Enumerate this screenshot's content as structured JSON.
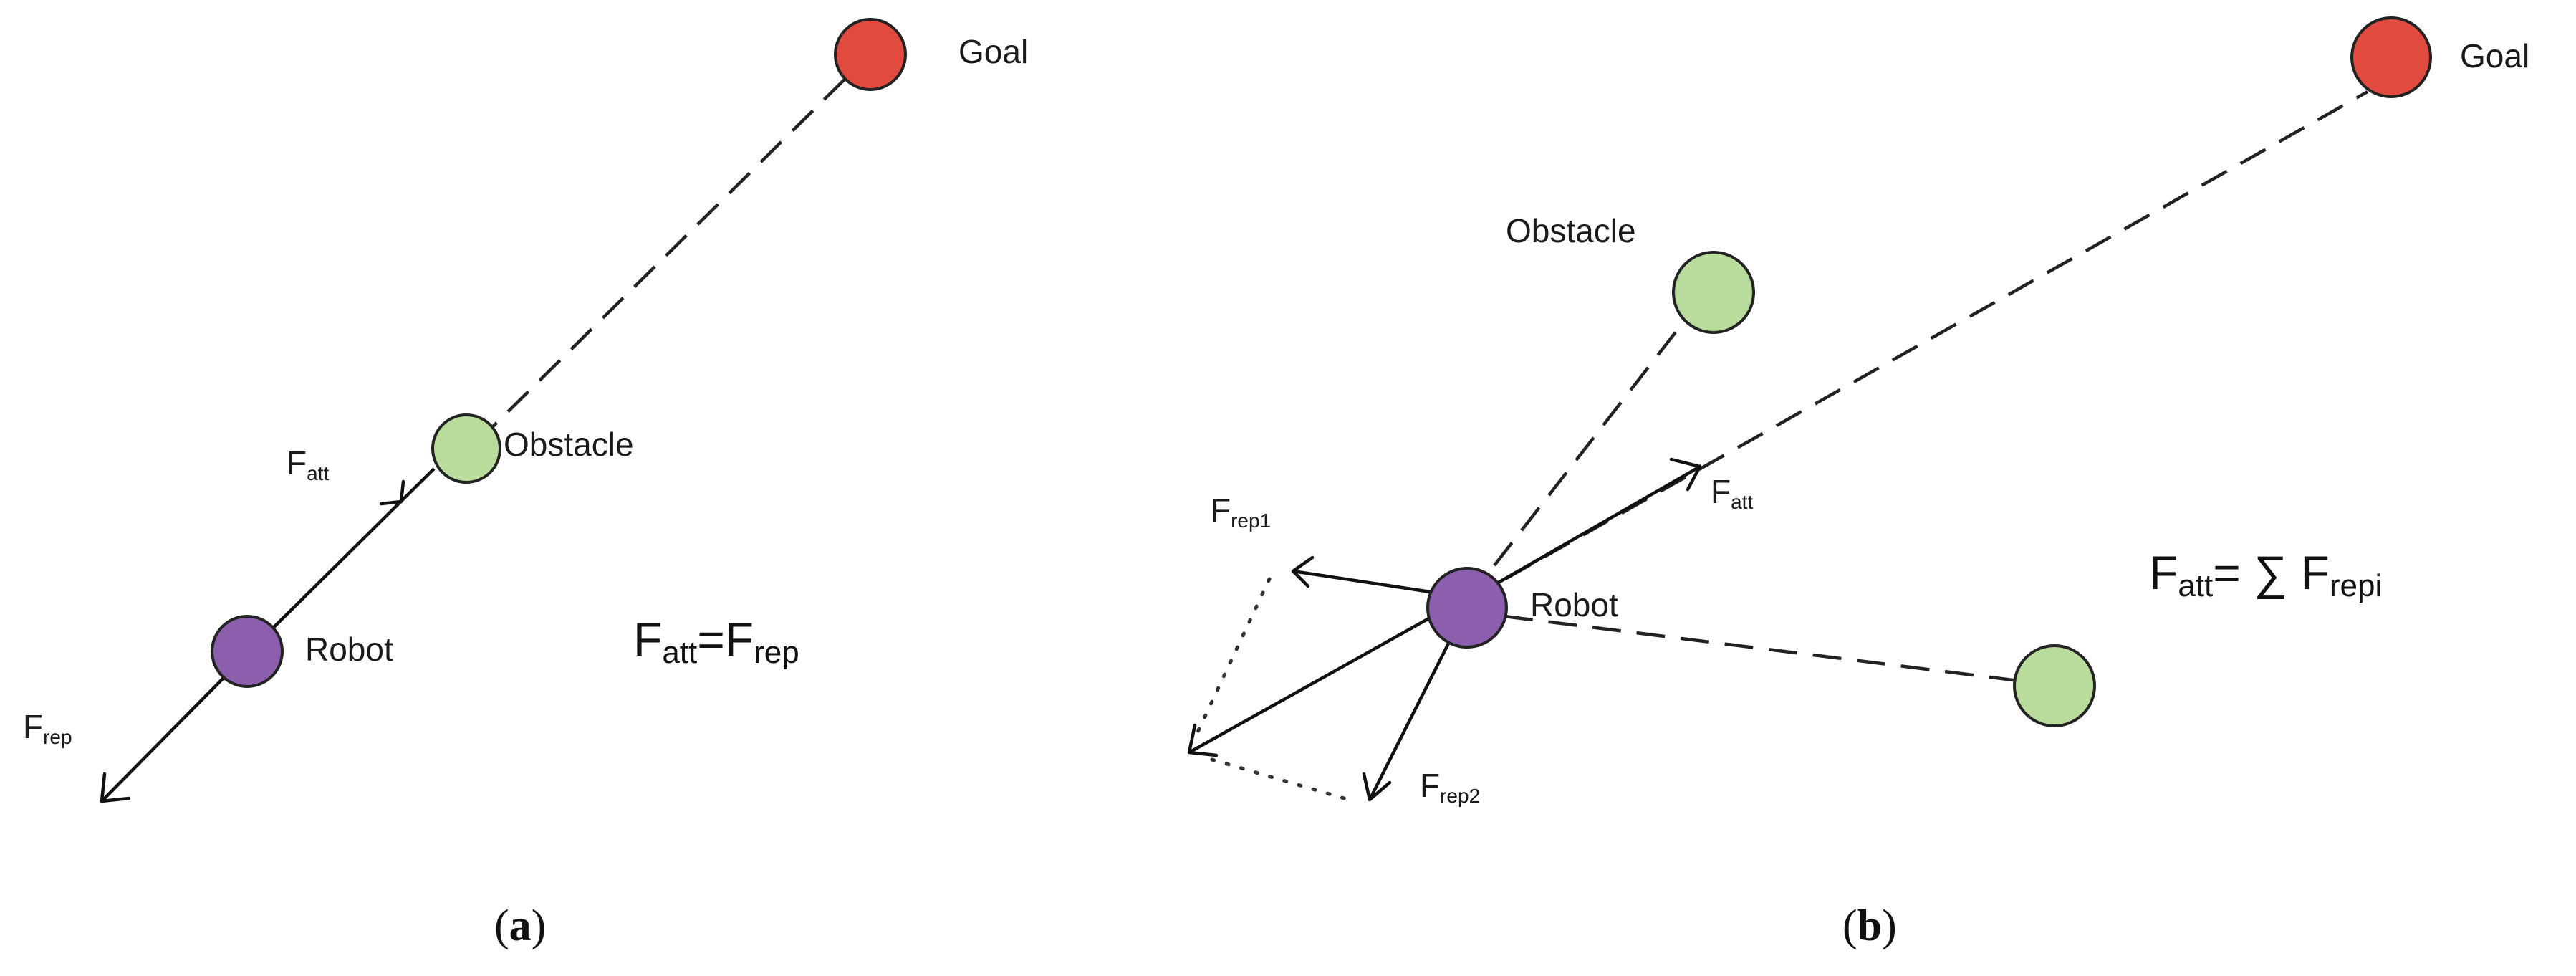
{
  "colors": {
    "goal": "#e04a3f",
    "obstacle": "#b9dc9c",
    "robot": "#8b5fae",
    "line": "#111111"
  },
  "icons": {
    "robot": "purple-circle-icon",
    "obstacle": "green-circle-icon",
    "goal": "red-circle-icon"
  },
  "panel_a": {
    "goal_label": "Goal",
    "obstacle_label": "Obstacle",
    "robot_label": "Robot",
    "f_att_main": "F",
    "f_att_sub": "att",
    "f_rep_main": "F",
    "f_rep_sub": "rep",
    "equation": {
      "lhs_main": "F",
      "lhs_sub": "att",
      "op": "=",
      "rhs_main": "F",
      "rhs_sub": "rep"
    },
    "caption": {
      "open": "(",
      "letter": "a",
      "close": ")"
    }
  },
  "panel_b": {
    "goal_label": "Goal",
    "obstacle_label": "Obstacle",
    "robot_label": "Robot",
    "f_att_main": "F",
    "f_att_sub": "att",
    "f_rep1_main": "F",
    "f_rep1_sub": "rep1",
    "f_rep2_main": "F",
    "f_rep2_sub": "rep2",
    "equation": {
      "lhs_main": "F",
      "lhs_sub": "att",
      "op": "= ∑ ",
      "rhs_main": "F",
      "rhs_sub": "repi"
    },
    "caption": {
      "open": "(",
      "letter": "b",
      "close": ")"
    }
  }
}
